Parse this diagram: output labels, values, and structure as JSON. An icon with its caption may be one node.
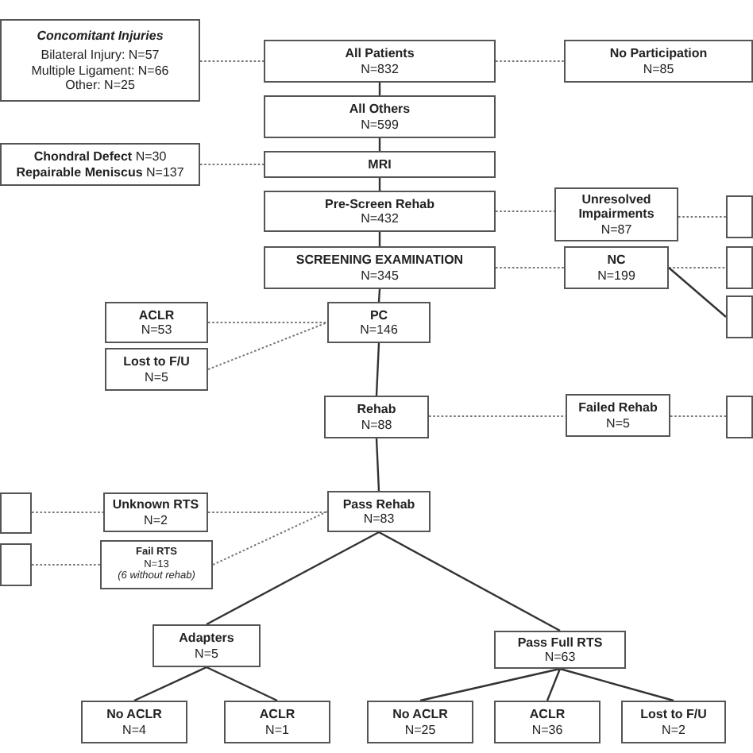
{
  "diagram": {
    "nodes": [
      {
        "text": [
          "Concomitant Injuries",
          "Bilateral Injury: N=57",
          "Multiple Ligament: N=66",
          "Other: N=25"
        ]
      },
      {
        "text": [
          "All Patients",
          "N=832"
        ]
      },
      {
        "text": [
          "No Participation",
          "N=85"
        ]
      },
      {
        "text": [
          "All Others",
          "N=599"
        ]
      },
      {
        "text": [
          "**Chondral Defect** N=30",
          "**Repairable Meniscus** N=137"
        ]
      },
      {
        "text": [
          "MRI"
        ]
      },
      {
        "text": [
          "Pre-Screen Rehab",
          "N=432"
        ]
      },
      {
        "text": [
          "Unresolved Impairments",
          "N=87"
        ]
      },
      {
        "text": [],
        "shape": "box"
      },
      {
        "text": [
          "SCREENING EXAMINATION",
          "N=345"
        ]
      },
      {
        "text": [
          "NC",
          "N=199"
        ]
      },
      {
        "text": [],
        "shape": "box"
      },
      {
        "text": [],
        "shape": "box"
      },
      {
        "text": [
          "ACLR",
          "N=53"
        ]
      },
      {
        "text": [
          "PC",
          "N=146"
        ]
      },
      {
        "text": [
          "Lost to F/U",
          "N=5"
        ]
      },
      {
        "text": [
          "Rehab",
          "N=88"
        ]
      },
      {
        "text": [
          "Failed Rehab",
          "N=5"
        ]
      },
      {
        "text": [],
        "shape": "box"
      },
      {
        "text": [],
        "shape": "box"
      },
      {
        "text": [
          "Unknown RTS",
          "N=2"
        ]
      },
      {
        "text": [
          "Pass Rehab",
          "N=83"
        ]
      },
      {
        "text": [],
        "shape": "box"
      },
      {
        "text": [
          "Fail RTS",
          "N=13",
          "(6 without rehab)"
        ]
      },
      {
        "text": [
          "Adapters",
          "N=5"
        ]
      },
      {
        "text": [
          "Pass Full RTS",
          "N=63"
        ]
      },
      {
        "text": [
          "No ACLR",
          "N=4"
        ]
      },
      {
        "text": [
          "ACLR",
          "N=1"
        ]
      },
      {
        "text": [
          "No ACLR",
          "N=25"
        ]
      },
      {
        "text": [
          "ACLR",
          "N=36"
        ]
      },
      {
        "text": [
          "Lost to F/U",
          "N=2"
        ]
      }
    ],
    "edges": [
      {
        "from": 0,
        "to": 1,
        "arrow": "none",
        "style": "dashed"
      },
      {
        "from": 1,
        "to": 2,
        "arrow": "none",
        "style": "dashed"
      },
      {
        "from": 1,
        "to": 3,
        "arrow": "none"
      },
      {
        "from": 3,
        "to": 5,
        "arrow": "none"
      },
      {
        "from": 4,
        "to": 5,
        "arrow": "none",
        "style": "dashed"
      },
      {
        "from": 5,
        "to": 6,
        "arrow": "none"
      },
      {
        "from": 6,
        "to": 7,
        "arrow": "none",
        "style": "dashed"
      },
      {
        "from": 7,
        "to": 8,
        "arrow": "none",
        "style": "dashed"
      },
      {
        "from": 6,
        "to": 9,
        "arrow": "none"
      },
      {
        "from": 9,
        "to": 10,
        "arrow": "none",
        "style": "dashed"
      },
      {
        "from": 10,
        "to": 11,
        "arrow": "none",
        "style": "dashed"
      },
      {
        "from": 10,
        "to": 12,
        "arrow": "none"
      },
      {
        "from": 9,
        "to": 14,
        "arrow": "none"
      },
      {
        "from": 13,
        "to": 14,
        "arrow": "none",
        "style": "dashed"
      },
      {
        "from": 15,
        "to": 14,
        "arrow": "none",
        "style": "dashed"
      },
      {
        "from": 14,
        "to": 16,
        "arrow": "none"
      },
      {
        "from": 16,
        "to": 17,
        "arrow": "none",
        "style": "dashed"
      },
      {
        "from": 17,
        "to": 18,
        "arrow": "none",
        "style": "dashed"
      },
      {
        "from": 16,
        "to": 21,
        "arrow": "none"
      },
      {
        "from": 19,
        "to": 20,
        "arrow": "none",
        "style": "dashed"
      },
      {
        "from": 20,
        "to": 21,
        "arrow": "none",
        "style": "dashed"
      },
      {
        "from": 22,
        "to": 23,
        "arrow": "none",
        "style": "dashed"
      },
      {
        "from": 23,
        "to": 21,
        "arrow": "none",
        "style": "dashed"
      },
      {
        "from": 21,
        "to": 24,
        "arrow": "none"
      },
      {
        "from": 21,
        "to": 25,
        "arrow": "none"
      },
      {
        "from": 24,
        "to": 26,
        "arrow": "none"
      },
      {
        "from": 24,
        "to": 27,
        "arrow": "none"
      },
      {
        "from": 25,
        "to": 28,
        "arrow": "none"
      },
      {
        "from": 25,
        "to": 29,
        "arrow": "none"
      },
      {
        "from": 25,
        "to": 30,
        "arrow": "none"
      }
    ]
  }
}
